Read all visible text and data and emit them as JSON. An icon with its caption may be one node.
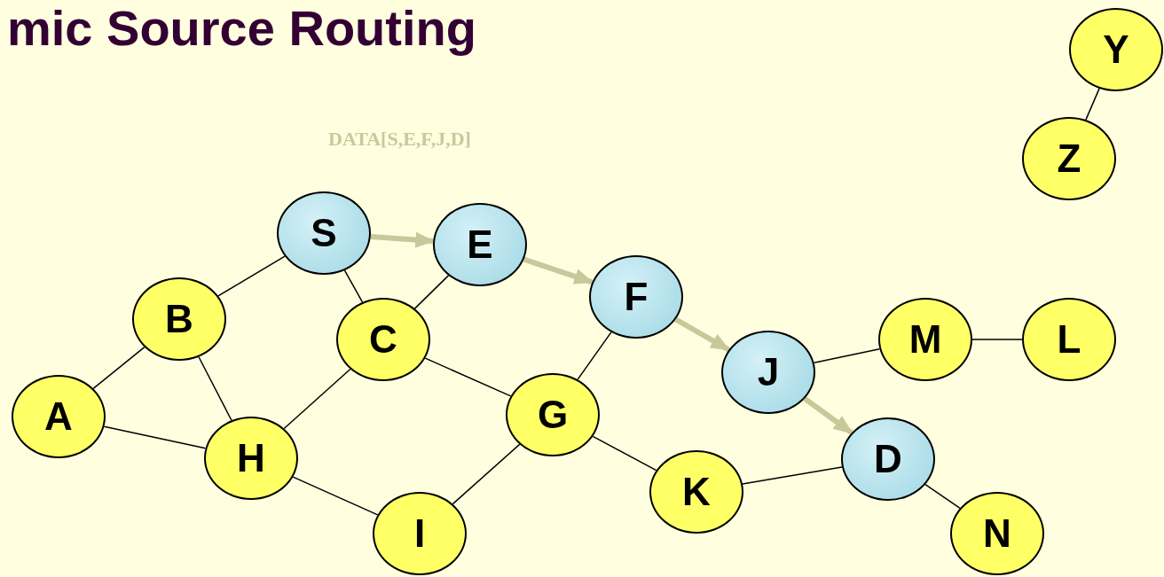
{
  "diagram": {
    "title": "mic Source Routing",
    "nodes": [
      {
        "text": [
          "Y"
        ]
      },
      {
        "text": [
          "Z"
        ]
      },
      {
        "text": [
          "S"
        ]
      },
      {
        "text": [
          "E"
        ]
      },
      {
        "text": [
          "F"
        ]
      },
      {
        "text": [
          "B"
        ]
      },
      {
        "text": [
          "C"
        ]
      },
      {
        "text": [
          "M"
        ]
      },
      {
        "text": [
          "L"
        ]
      },
      {
        "text": [
          "J"
        ]
      },
      {
        "text": [
          "A"
        ]
      },
      {
        "text": [
          "G"
        ]
      },
      {
        "text": [
          "H"
        ]
      },
      {
        "text": [
          "D"
        ]
      },
      {
        "text": [
          "K"
        ]
      },
      {
        "text": [
          "I"
        ]
      },
      {
        "text": [
          "N"
        ]
      }
    ],
    "edges": [
      {
        "from": 0,
        "to": 1,
        "arrow": "none"
      },
      {
        "from": 2,
        "to": 5,
        "arrow": "none"
      },
      {
        "from": 2,
        "to": 6,
        "arrow": "none"
      },
      {
        "from": 3,
        "to": 6,
        "arrow": "none"
      },
      {
        "from": 5,
        "to": 10,
        "arrow": "none"
      },
      {
        "from": 5,
        "to": 12,
        "arrow": "none"
      },
      {
        "from": 10,
        "to": 12,
        "arrow": "none"
      },
      {
        "from": 6,
        "to": 12,
        "arrow": "none"
      },
      {
        "from": 6,
        "to": 11,
        "arrow": "none"
      },
      {
        "from": 12,
        "to": 15,
        "arrow": "none"
      },
      {
        "from": 11,
        "to": 15,
        "arrow": "none"
      },
      {
        "from": 11,
        "to": 4,
        "arrow": "none"
      },
      {
        "from": 11,
        "to": 14,
        "arrow": "none"
      },
      {
        "from": 14,
        "to": 13,
        "arrow": "none"
      },
      {
        "from": 13,
        "to": 16,
        "arrow": "none"
      },
      {
        "from": 9,
        "to": 7,
        "arrow": "none"
      },
      {
        "from": 7,
        "to": 8,
        "arrow": "none"
      },
      {
        "from": 2,
        "to": 3,
        "arrow": "to",
        "style": "thick",
        "color": "#c8c89a"
      },
      {
        "from": 3,
        "to": 4,
        "arrow": "to",
        "style": "thick",
        "color": "#c8c89a"
      },
      {
        "from": 4,
        "to": 9,
        "arrow": "to",
        "style": "thick",
        "color": "#c8c89a"
      },
      {
        "from": 9,
        "to": 13,
        "arrow": "to",
        "style": "thick",
        "color": "#c8c89a"
      }
    ],
    "labels": [
      "DATA[S,E,F,J,D]"
    ]
  }
}
